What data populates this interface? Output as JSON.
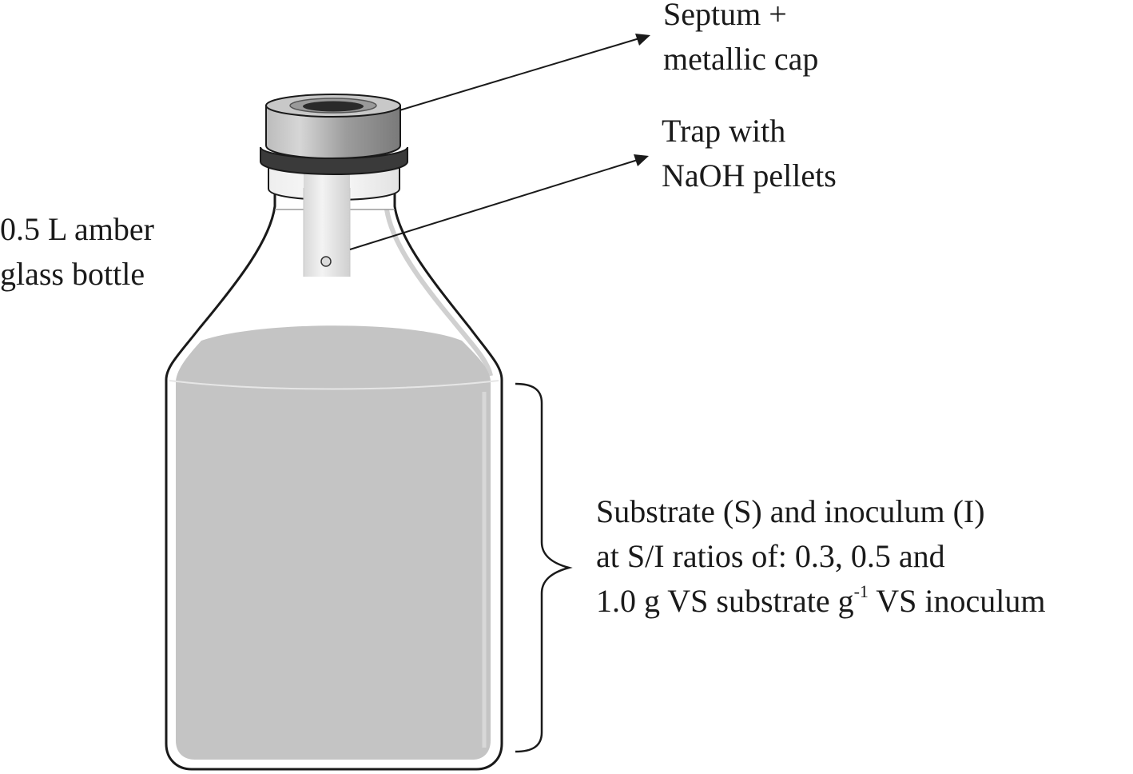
{
  "labels": {
    "cap": {
      "line1": "Septum +",
      "line2": "metallic cap"
    },
    "trap": {
      "line1": "Trap with",
      "line2": "NaOH pellets"
    },
    "bottle": {
      "line1": "0.5 L amber",
      "line2": "glass bottle"
    },
    "contents": {
      "line1": "Substrate (S) and inoculum (I)",
      "line2": "at S/I ratios of: 0.3, 0.5 and",
      "line3_pre": "1.0 g VS substrate g",
      "line3_sup": "-1",
      "line3_post": " VS inoculum"
    }
  },
  "colors": {
    "outline": "#1a1a1a",
    "liquid": "#c4c4c4",
    "cap": "#9a9a9a",
    "neck": "#f2f2f2",
    "trap": "#e6e6e6"
  }
}
